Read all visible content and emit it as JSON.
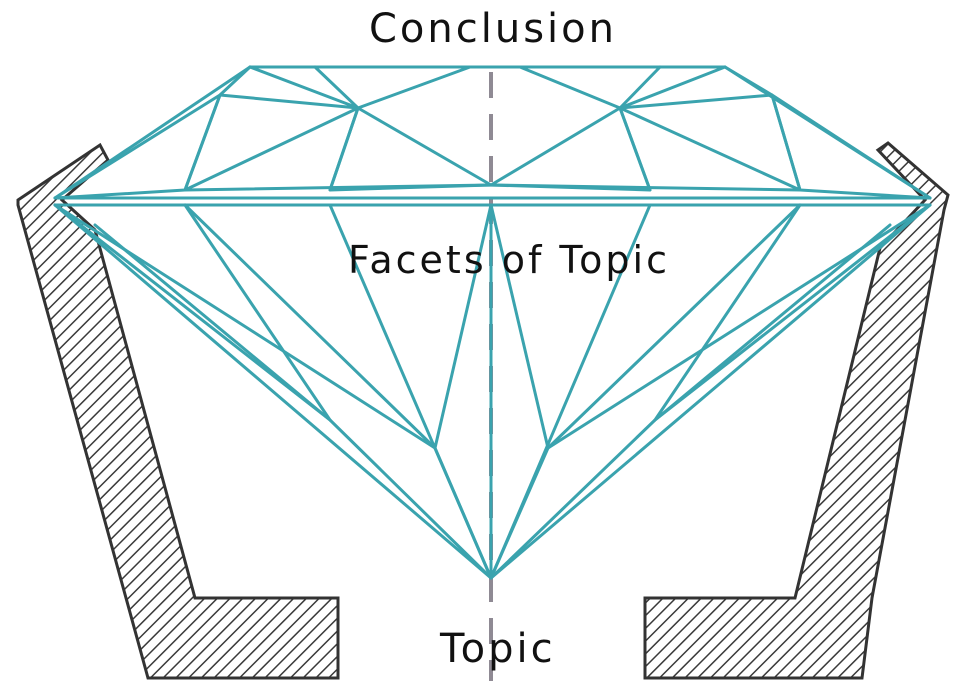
{
  "labels": {
    "top": "Conclusion",
    "middle": "Facets of Topic",
    "bottom": "Topic"
  },
  "colors": {
    "facet_lines": "#3aa3ae",
    "axis_dash": "#8f8a94",
    "setting_fill": "#808080",
    "setting_outline": "#333333",
    "hatch": "#3a3a3a",
    "text": "#111111"
  }
}
